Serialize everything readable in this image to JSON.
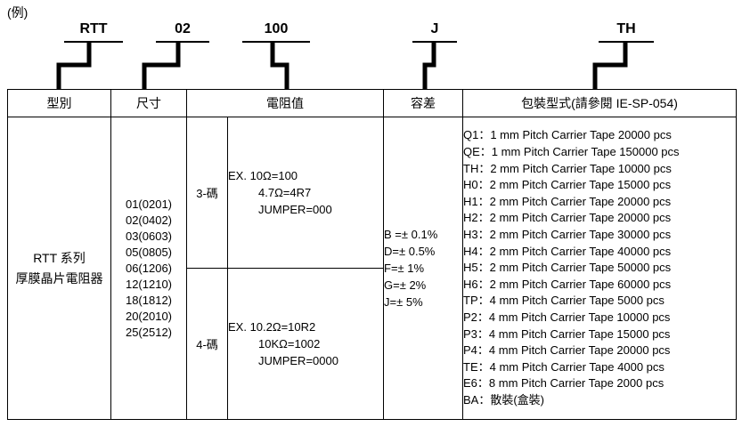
{
  "example_label": "(例)",
  "part_number": {
    "segments": [
      {
        "code": "RTT"
      },
      {
        "code": "02"
      },
      {
        "code": "100"
      },
      {
        "code": "J"
      },
      {
        "code": "TH"
      }
    ]
  },
  "table": {
    "headers": {
      "type": "型別",
      "size": "尺寸",
      "resistance": "電阻值",
      "tolerance": "容差",
      "packaging": "包裝型式(請參閱 IE-SP-054)"
    },
    "type_cell": {
      "line1": "RTT 系列",
      "line2": "厚膜晶片電阻器"
    },
    "size_codes": [
      "01(0201)",
      "02(0402)",
      "03(0603)",
      "05(0805)",
      "06(1206)",
      "12(1210)",
      "18(1812)",
      "20(2010)",
      "25(2512)"
    ],
    "resistance": {
      "three_digit": {
        "label": "3-碼",
        "lines": [
          "EX. 10Ω=100",
          "4.7Ω=4R7",
          "JUMPER=000"
        ]
      },
      "four_digit": {
        "label": "4-碼",
        "lines": [
          "EX. 10.2Ω=10R2",
          "10KΩ=1002",
          "JUMPER=0000"
        ]
      }
    },
    "tolerance_values": [
      "B =± 0.1%",
      "D=± 0.5%",
      "F=± 1%",
      "G=± 2%",
      "J=± 5%"
    ],
    "packaging_options": [
      "Q1：1 mm Pitch Carrier Tape 20000 pcs",
      "QE：1 mm Pitch Carrier Tape 150000 pcs",
      "TH：2 mm Pitch Carrier Tape 10000 pcs",
      "H0：2 mm Pitch Carrier Tape 15000 pcs",
      "H1：2 mm Pitch Carrier Tape 20000 pcs",
      "H2：2 mm Pitch Carrier Tape 20000 pcs",
      "H3：2 mm Pitch Carrier Tape 30000 pcs",
      "H4：2 mm Pitch Carrier Tape 40000 pcs",
      "H5：2 mm Pitch Carrier Tape 50000 pcs",
      "H6：2 mm Pitch Carrier Tape 60000 pcs",
      "TP：4 mm Pitch Carrier Tape 5000 pcs",
      "P2：4 mm Pitch Carrier Tape 10000 pcs",
      "P3：4 mm Pitch Carrier Tape 15000 pcs",
      "P4：4 mm Pitch Carrier Tape 20000 pcs",
      "TE：4 mm Pitch Carrier Tape 4000 pcs",
      "E6：8 mm Pitch Carrier Tape 2000 pcs",
      "BA：散裝(盒裝)"
    ]
  }
}
